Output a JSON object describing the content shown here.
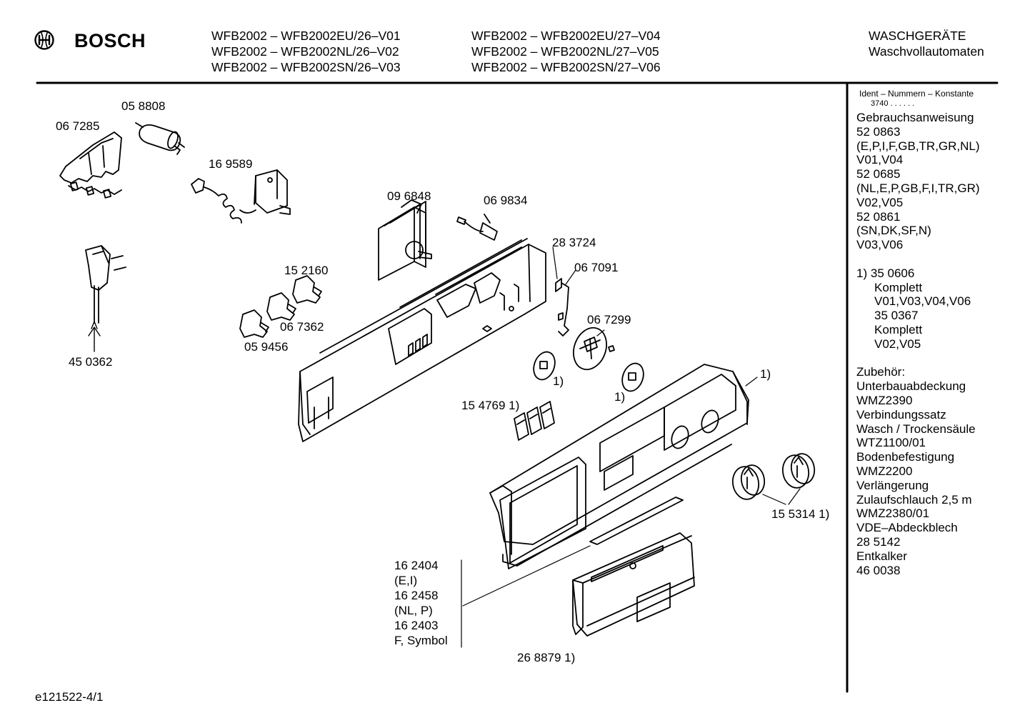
{
  "header": {
    "brand": "BOSCH",
    "models_col1": [
      "WFB2002 – WFB2002EU/26–V01",
      "WFB2002 – WFB2002NL/26–V02",
      "WFB2002 – WFB2002SN/26–V03"
    ],
    "models_col2": [
      "WFB2002 – WFB2002EU/27–V04",
      "WFB2002 – WFB2002NL/27–V05",
      "WFB2002 – WFB2002SN/27–V06"
    ],
    "category": [
      "WASCHGERÄTE",
      "Waschvollautomaten"
    ]
  },
  "sidebar": {
    "ident_title": "Ident – Nummern – Konstante",
    "ident_value": "3740  .  .   .  .  .  .",
    "manual_title": "Gebrauchsanweisung",
    "manuals": [
      {
        "number": "52 0863",
        "languages": "(E,P,I,F,GB,TR,GR,NL)",
        "versions": "V01,V04"
      },
      {
        "number": "52 0685",
        "languages": "(NL,E,P,GB,F,I,TR,GR)",
        "versions": "V02,V05"
      },
      {
        "number": "52 0861",
        "languages": "(SN,DK,SF,N)",
        "versions": "V03,V06"
      }
    ],
    "footnote": {
      "marker": "1)",
      "lines": [
        "35 0606",
        "Komplett",
        "V01,V03,V04,V06",
        "35 0367",
        "Komplett",
        "V02,V05"
      ]
    },
    "accessories_title": "Zubehör:",
    "accessories": [
      "Unterbauabdeckung",
      "WMZ2390",
      "Verbindungssatz",
      "Wasch / Trockensäule",
      "WTZ1100/01",
      "Bodenbefestigung",
      "WMZ2200",
      "Verlängerung",
      "Zulaufschlauch 2,5 m",
      "WMZ2380/01",
      "VDE–Abdeckblech",
      "28 5142",
      "Entkalker",
      "46 0038"
    ]
  },
  "parts": {
    "p058808": "05 8808",
    "p067285": "06 7285",
    "p169589": "16 9589",
    "p096848": "09 6848",
    "p069834": "06 9834",
    "p283724": "28 3724",
    "p067091": "06 7091",
    "p152160": "15 2160",
    "p067362": "06 7362",
    "p059456": "05 9456",
    "p067299": "06 7299",
    "p450362": "45 0362",
    "fn_knob1": "1)",
    "fn_knob2": "1)",
    "fn_panel": "1)",
    "p154769": "15 4769 1)",
    "p155314": "15 5314 1)",
    "p268879": "26 8879 1)",
    "labels_group": [
      "16 2404",
      "(E,I)",
      "16 2458",
      "(NL, P)",
      "16 2403",
      "F, Symbol"
    ]
  },
  "footer": {
    "drawing_id": "e121522-4/1"
  }
}
